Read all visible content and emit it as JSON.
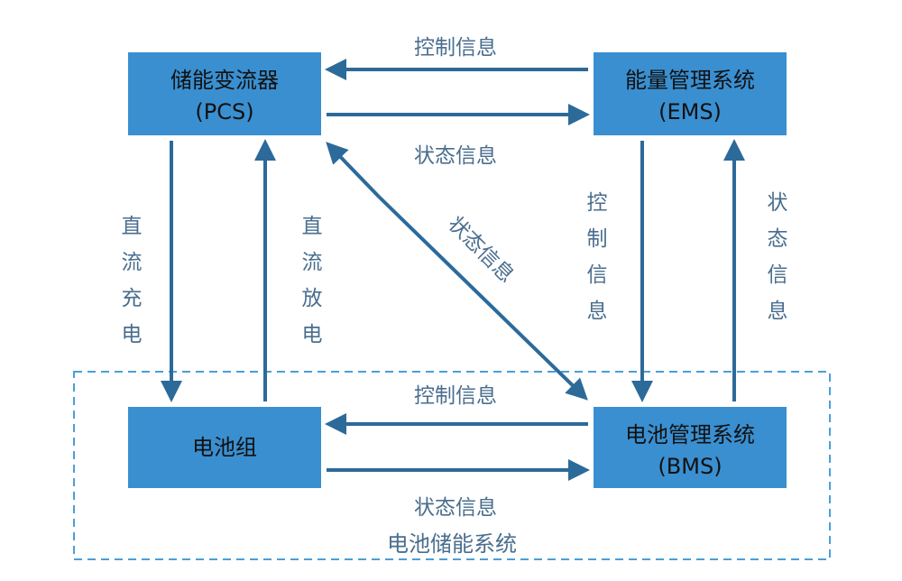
{
  "colors": {
    "box_fill": "#3a8fd0",
    "arrow": "#2c6a9a",
    "label_text": "#4a6e8e",
    "group_border": "#4a9fd8"
  },
  "nodes": {
    "pcs": {
      "line1": "储能变流器",
      "line2": "(PCS)"
    },
    "ems": {
      "line1": "能量管理系统",
      "line2": "(EMS)"
    },
    "battery": {
      "line1": "电池组"
    },
    "bms": {
      "line1": "电池管理系统",
      "line2": "(BMS)"
    }
  },
  "edges": {
    "ems_to_pcs": "控制信息",
    "pcs_to_ems": "状态信息",
    "pcs_bms_diagonal": "状态信息",
    "pcs_to_battery": [
      "直",
      "流",
      "充",
      "电"
    ],
    "battery_to_pcs": [
      "直",
      "流",
      "放",
      "电"
    ],
    "ems_to_bms": [
      "控",
      "制",
      "信",
      "息"
    ],
    "bms_to_ems": [
      "状",
      "态",
      "信",
      "息"
    ],
    "bms_to_battery": "控制信息",
    "battery_to_bms": "状态信息"
  },
  "group": {
    "label": "电池储能系统"
  }
}
